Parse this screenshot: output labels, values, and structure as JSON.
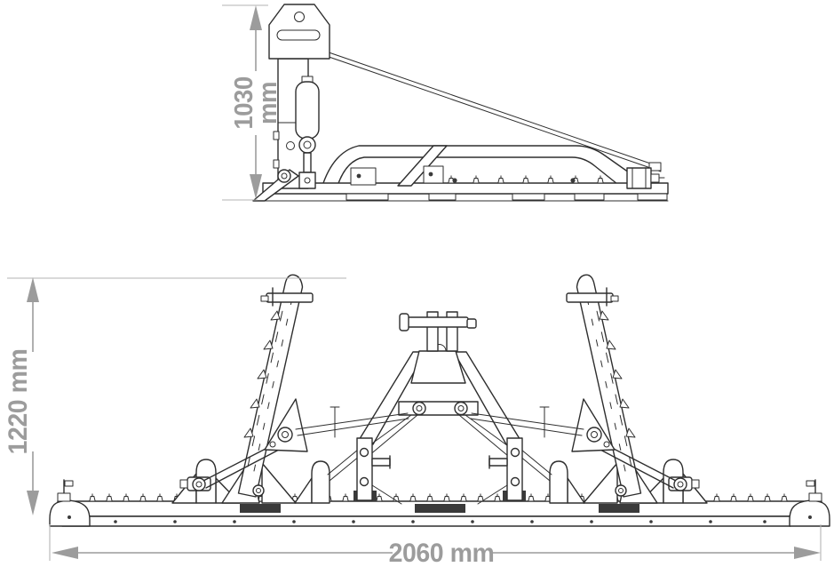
{
  "diagram": {
    "dimensions": {
      "side_height": {
        "value": "1030",
        "unit": "mm",
        "label": "1030 mm"
      },
      "front_height": {
        "label": "1220 mm"
      },
      "front_width": {
        "label": "2060 mm"
      }
    },
    "colors": {
      "line": "#2e2e2e",
      "dimension": "#9c9c9c",
      "background": "#ffffff"
    }
  }
}
